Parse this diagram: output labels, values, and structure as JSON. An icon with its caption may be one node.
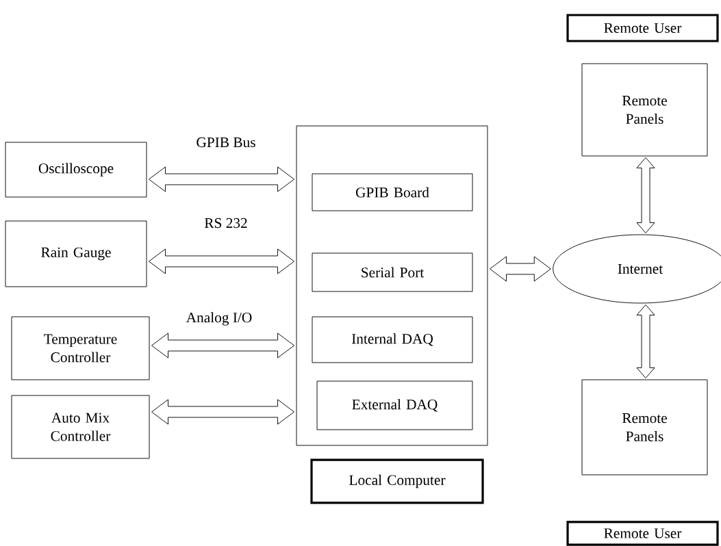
{
  "diagram": {
    "nodes": [
      {
        "text": [
          "Oscilloscope"
        ]
      },
      {
        "text": [
          "Rain Gauge"
        ]
      },
      {
        "text": [
          "Temperature Controller"
        ]
      },
      {
        "text": [
          "Auto Mix Controller"
        ]
      },
      {
        "text": [],
        "shape": "box"
      },
      {
        "text": [
          "GPIB Board"
        ],
        "in": 4
      },
      {
        "text": [
          "Serial Port"
        ],
        "in": 4
      },
      {
        "text": [
          "Internal DAQ"
        ],
        "in": 4
      },
      {
        "text": [
          "External DAQ"
        ],
        "in": 4
      },
      {
        "text": [
          "Local Computer"
        ]
      },
      {
        "text": [
          "Remote User"
        ]
      },
      {
        "text": [
          "Remote Panels"
        ]
      },
      {
        "text": [
          "Internet"
        ]
      },
      {
        "text": [
          "Remote Panels"
        ]
      },
      {
        "text": [
          "Remote User"
        ]
      }
    ],
    "edges": [
      {
        "from": 0,
        "to": 4,
        "arrow": "both",
        "label": "GPIB Bus"
      },
      {
        "from": 1,
        "to": 4,
        "arrow": "both",
        "label": "RS 232"
      },
      {
        "from": 2,
        "to": 4,
        "arrow": "both",
        "label": "Analog I/O"
      },
      {
        "from": 3,
        "to": 4,
        "arrow": "both"
      },
      {
        "from": 4,
        "to": 12,
        "arrow": "both"
      },
      {
        "from": 11,
        "to": 12,
        "arrow": "both"
      },
      {
        "from": 12,
        "to": 13,
        "arrow": "both"
      }
    ]
  }
}
